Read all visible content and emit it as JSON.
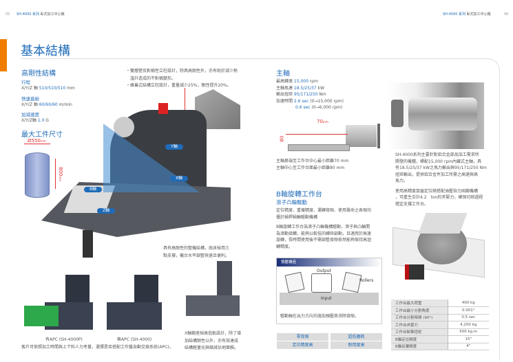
{
  "header_left": {
    "page": "05",
    "series": "SH-4000 系列",
    "subtitle": "臥式加工中心機"
  },
  "header_right": {
    "page": "06",
    "series": "SH-4000 系列",
    "subtitle": "臥式加工中心機"
  },
  "title": "基本結構",
  "rigidity": {
    "heading": "高剛性結構",
    "specs": [
      {
        "label": "行程",
        "prefix": "X/Y/Z 軸 ",
        "value": "510/510/510",
        "unit": " mm"
      },
      {
        "label": "快速進給",
        "prefix": "X/Y/Z 軸 ",
        "value": "60/60/60",
        "unit": " m/min"
      },
      {
        "label": "加減速度",
        "prefix": "X/Y/Z軸 ",
        "value": "1.0",
        "unit": " G"
      }
    ]
  },
  "workpiece": {
    "heading": "最大工件尺寸",
    "diameter": "Ø550",
    "diameter_unit": "mm",
    "height": "800",
    "height_unit": "mm"
  },
  "bullets": [
    "・雙層壁及對稱性立柱設計，除具高剛性外，亦有助於減少熱",
    "　溫升造成的不對稱變形。",
    "・蜂巢式結構立柱設計，重量減少25%，剛性提升20%。"
  ],
  "axes": {
    "y": "Y軸",
    "x": "X軸",
    "b": "B軸",
    "z": "Z軸"
  },
  "base_caption": [
    "具有高剛性的整機結構，底床採用三",
    "點支撐，機台水平調整快速且便利。"
  ],
  "apc": {
    "with": "有APC (SH-4000P)",
    "without": "無APC (SH-4000)",
    "caption": "客戶可依照加工時間與上下料人力考量，選擇是否搭配工作盤自動交換系統(APC)。"
  },
  "xguide_caption": [
    "X軸鞍座採高低軌設計，除了增",
    "加結構剛性以外，亦有效達成",
    "結構輕量化與縮減佔地面積。"
  ],
  "spindle": {
    "heading": "主軸",
    "specs": [
      {
        "label": "最高轉速 ",
        "value": "15,000",
        "unit": " rpm"
      },
      {
        "label": "主軸馬達 ",
        "value": "18.5/25/37",
        "unit": " kW"
      },
      {
        "label": "輸出扭矩 ",
        "value": "95/171/250",
        "unit": " Nm"
      },
      {
        "label": "加速時間 ",
        "value": "2.6 sec",
        "unit": " (0→15,000 rpm)"
      },
      {
        "label": "",
        "value": "0.6 sec",
        "unit": " (0→6,000 rpm)"
      }
    ],
    "dim_h": "70",
    "dim_v": "80",
    "dim_unit": "mm",
    "captions": [
      "主軸鼻端至工作台中心最小距離70 mm",
      "主軸中心至工作台面最小距離80 mm"
    ],
    "description": [
      "SH-4000系列主要針對鋁合金部品加工需求所",
      "開發的機種，標配15,000 rpm內藏式主軸，具",
      "有18.5/25/37 kW之馬力輸出與95/171/250 Nm",
      "扭矩輸出，提供鋁合金件加工所需之高速與高",
      "馬力。"
    ],
    "description2": [
      "使用高精度鼠齒定位銷搭配油壓倍力固鎖機構",
      "，可產生合計4.2　ton的夾緊力，確保切削過程",
      "穩定支撐工作台。"
    ]
  },
  "btable": {
    "heading": "B軸旋轉工作台",
    "subheading": "滾子凸輪驅動",
    "para1": [
      "定位精度、重複精度、運轉背隙、使用壽命之表現均",
      "優於蝸桿蝸輪驅動機構"
    ],
    "para2": [
      "B軸旋轉工作台為滾子凸輪機構驅動，滾子與凸輪間",
      "為滾動接觸，能夠以較低的轉矩啟動，且適用於高速",
      "旋轉，長時間使用後不需調整背隙依然能夠保持高迴",
      "轉精度。"
    ],
    "preload": {
      "title": "預壓構造",
      "output": "Output",
      "rollers": "Rollers",
      "input": "Input",
      "caption": "驅動軸在出力方向均施加預壓來消除背隙。"
    },
    "features": [
      "零背隙",
      "超低磨耗",
      "定位精度高",
      "耐用度高"
    ],
    "specs": [
      [
        "工作台最大荷重",
        "400 kg"
      ],
      [
        "工作台最小分割角度",
        "0.001°"
      ],
      [
        "工作台分割時間 (90°)",
        "0.5 sec"
      ],
      [
        "工作台夾緊力",
        "4,200 kg"
      ],
      [
        "工作台制車扭矩",
        "500 kg.m"
      ],
      [
        "B軸定位精度",
        "15\""
      ],
      [
        "B軸反覆精度",
        "4\""
      ]
    ]
  },
  "colors": {
    "accent": "#1f6bb8",
    "orange": "#f07d00"
  }
}
